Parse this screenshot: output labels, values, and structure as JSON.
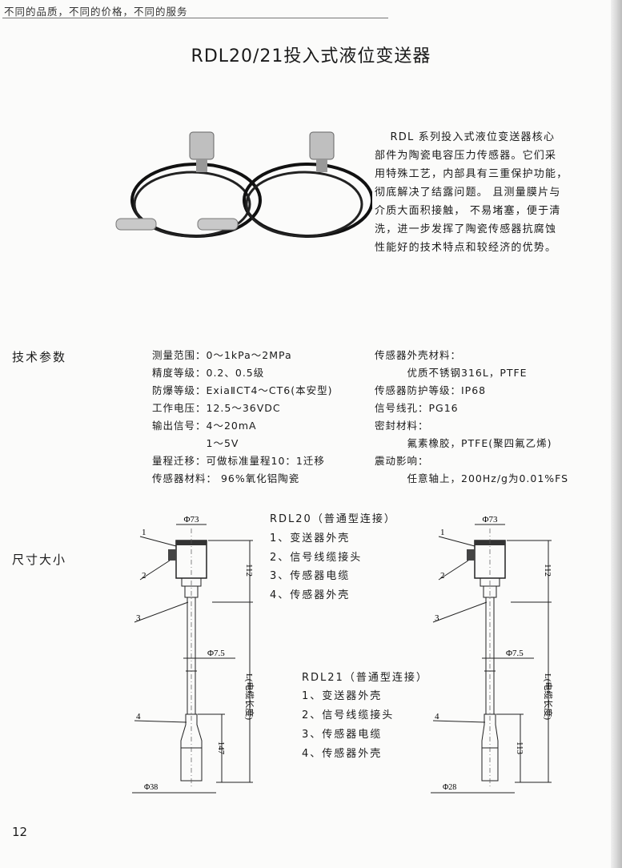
{
  "header": {
    "slogan": "不同的品质，不同的价格，不同的服务"
  },
  "title": "RDL20/21投入式液位变送器",
  "description": [
    "　 RDL 系列投入式液位变送器核心",
    "部件为陶瓷电容压力传感器。它们采",
    "用特殊工艺，内部具有三重保护功能，",
    "彻底解决了结露问题。 且测量膜片与",
    "介质大面积接触， 不易堵塞，便于清",
    "洗，进一步发挥了陶瓷传感器抗腐蚀",
    "性能好的技术特点和较经济的优势。"
  ],
  "tech": {
    "label": "技术参数",
    "left": [
      "测量范围：0～1kPa～2MPa",
      "精度等级：0.2、0.5级",
      "防爆等级：ExiaⅡCT4～CT6(本安型)",
      "工作电压：12.5～36VDC",
      "输出信号：4～20mA",
      "　　　　　1～5V",
      "量程迁移：可做标准量程10：1迁移",
      "传感器材料： 96%氧化铝陶瓷"
    ],
    "right": [
      "传感器外壳材料：",
      "　　　优质不锈钢316L，PTFE",
      "传感器防护等级：IP68",
      "信号线孔：PG16",
      "密封材料：",
      "　　　氟素橡胶，PTFE(聚四氟乙烯)",
      "震动影响：",
      "　　　任意轴上，200Hz/g为0.01%FS"
    ]
  },
  "dimensions": {
    "label": "尺寸大小",
    "rdl20": {
      "title": "RDL20（普通型连接）",
      "items": [
        "1、变送器外壳",
        "2、信号线缆接头",
        "3、传感器电缆",
        "4、传感器外壳"
      ],
      "drawing": {
        "head_dia": "Φ73",
        "head_h": "112",
        "cable_dia": "Φ7.5",
        "length": "L(电缆长度)",
        "probe_h": "147",
        "probe_dia": "Φ38",
        "callouts": [
          "1",
          "2",
          "3",
          "4"
        ]
      }
    },
    "rdl21": {
      "title": "RDL21（普通型连接）",
      "items": [
        "1、变送器外壳",
        "2、信号线缆接头",
        "3、传感器电缆",
        "4、传感器外壳"
      ],
      "drawing": {
        "head_dia": "Φ73",
        "head_h": "112",
        "cable_dia": "Φ7.5",
        "length": "L(电缆长度)",
        "probe_h": "113",
        "probe_dia": "Φ28",
        "callouts": [
          "1",
          "2",
          "3",
          "4"
        ]
      }
    }
  },
  "page_number": "12"
}
